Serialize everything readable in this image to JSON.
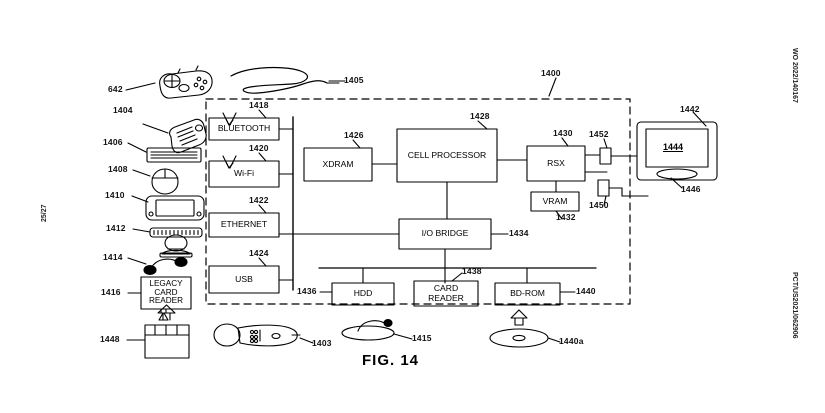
{
  "figure": {
    "caption": "FIG. 14",
    "system_label": "1400",
    "boundary_style": "dashed"
  },
  "margins": {
    "top_right": "WO 2022/140167",
    "bottom_right": "PCT/US2021/062906",
    "left_page": "25/27"
  },
  "peripherals": [
    {
      "ref": "642",
      "name": "gamepad",
      "label": ""
    },
    {
      "ref": "1404",
      "name": "remote-control",
      "label": ""
    },
    {
      "ref": "1406",
      "name": "keyboard",
      "label": ""
    },
    {
      "ref": "1408",
      "name": "mouse",
      "label": ""
    },
    {
      "ref": "1410",
      "name": "portable-console",
      "label": ""
    },
    {
      "ref": "1412",
      "name": "video-camera",
      "label": ""
    },
    {
      "ref": "1414",
      "name": "headset",
      "label": ""
    },
    {
      "ref": "1416",
      "name": "legacy-card-reader",
      "label": "LEGACY\nCARD\nREADER"
    },
    {
      "ref": "1448",
      "name": "memory-card",
      "label": ""
    },
    {
      "ref": "1403",
      "name": "motion-controller",
      "label": ""
    },
    {
      "ref": "1415",
      "name": "navigation-controller",
      "label": ""
    },
    {
      "ref": "1405",
      "name": "gesture-trace",
      "label": ""
    },
    {
      "ref": "1440a",
      "name": "optical-disc",
      "label": ""
    }
  ],
  "io_blocks": [
    {
      "ref": "1418",
      "label": "BLUETOOTH"
    },
    {
      "ref": "1420",
      "label": "Wi-Fi"
    },
    {
      "ref": "1422",
      "label": "ETHERNET"
    },
    {
      "ref": "1424",
      "label": "USB"
    }
  ],
  "core_blocks": [
    {
      "ref": "1426",
      "label": "XDRAM"
    },
    {
      "ref": "1428",
      "label": "CELL PROCESSOR"
    },
    {
      "ref": "1430",
      "label": "RSX"
    },
    {
      "ref": "1432",
      "label": "VRAM"
    },
    {
      "ref": "1434",
      "label": "I/O BRIDGE"
    }
  ],
  "storage_blocks": [
    {
      "ref": "1436",
      "label": "HDD"
    },
    {
      "ref": "1438",
      "label": "CARD\nREADER"
    },
    {
      "ref": "1440",
      "label": "BD-ROM"
    }
  ],
  "output": {
    "display_ref": "1442",
    "screen_ref": "1444",
    "speaker_ref": "1446",
    "av_port_upper_ref": "1452",
    "av_port_lower_ref": "1450"
  }
}
